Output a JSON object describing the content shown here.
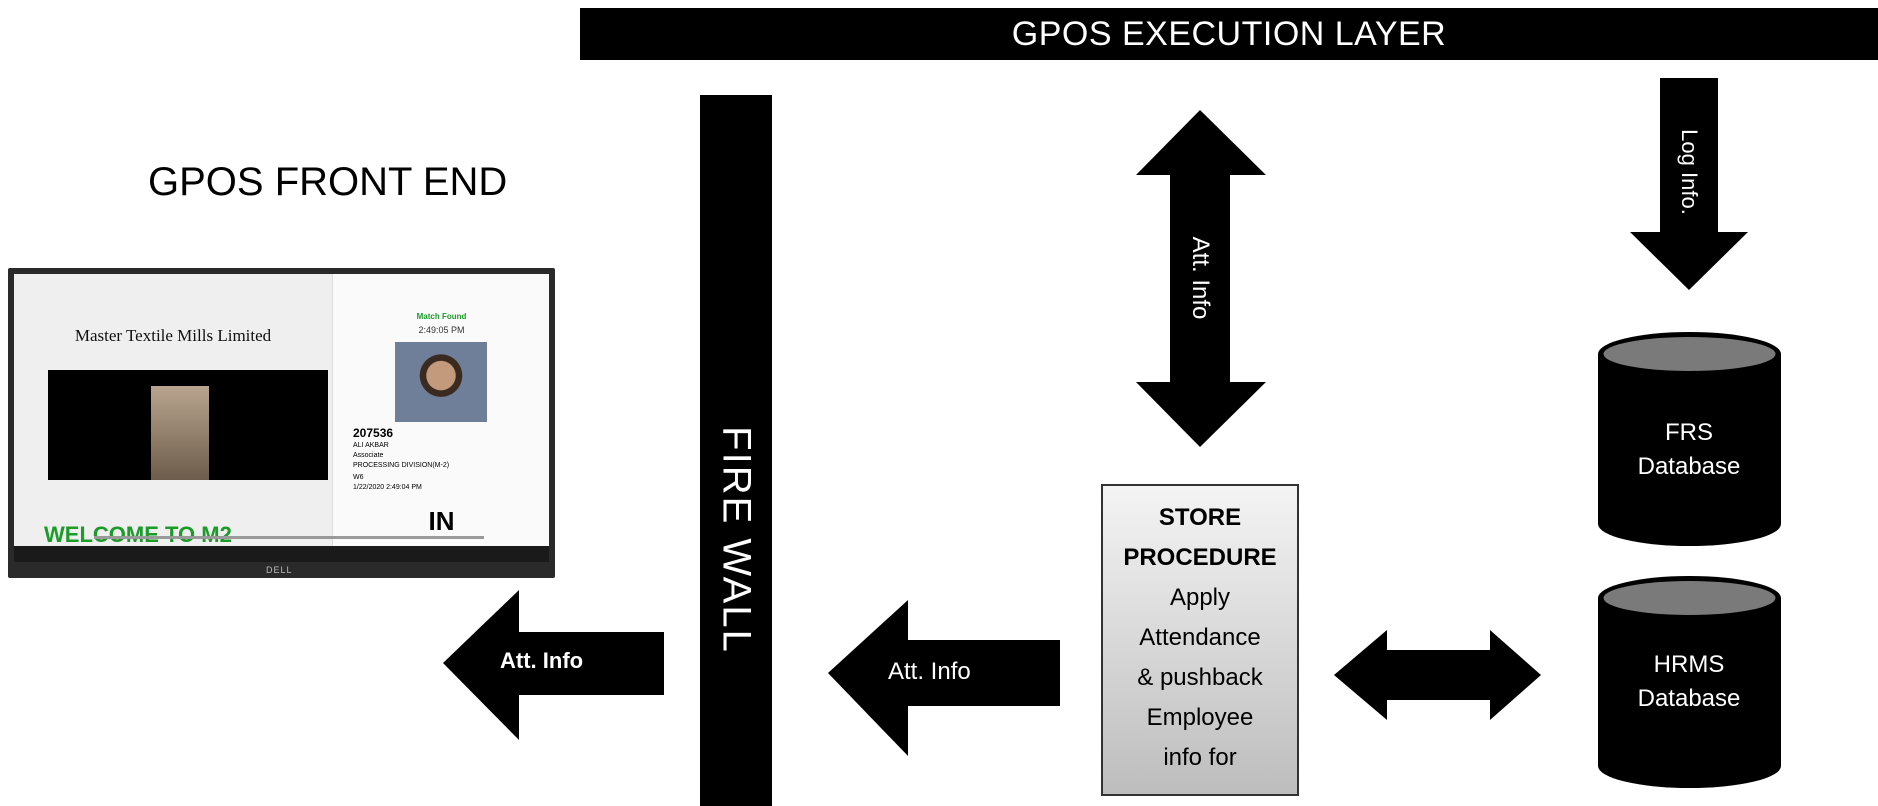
{
  "execution_layer": {
    "title": "GPOS EXECUTION LAYER"
  },
  "front_end": {
    "title": "GPOS FRONT END",
    "screen": {
      "company": "Master Textile Mills Limited",
      "match_status": "Match Found",
      "match_time": "2:49:05 PM",
      "employee": {
        "id": "207536",
        "name": "ALI AKBAR",
        "role": "Associate",
        "division": "PROCESSING DIVISION(M-2)",
        "shift": "W6",
        "timestamp": "1/22/2020 2:49:04 PM"
      },
      "direction": "IN",
      "welcome": "WELCOME TO M2",
      "brand": "DELL"
    }
  },
  "firewall": {
    "label": "FIRE WALL"
  },
  "arrows": {
    "front_att": "Att. Info",
    "sp_att": "Att. Info",
    "vertical_att": "Att. Info",
    "log": "Log Info."
  },
  "store_procedure": {
    "title_line1": "STORE",
    "title_line2": "PROCEDURE",
    "lines": [
      "Apply",
      "Attendance",
      "& pushback",
      "Employee",
      "info for"
    ]
  },
  "databases": {
    "frs": [
      "FRS",
      "Database"
    ],
    "hrms": [
      "HRMS",
      "Database"
    ]
  },
  "colors": {
    "arrow": "#000000",
    "welcome": "#1c9b2a",
    "box_top": "#f4f4f4",
    "box_bottom": "#bdbdbd"
  }
}
